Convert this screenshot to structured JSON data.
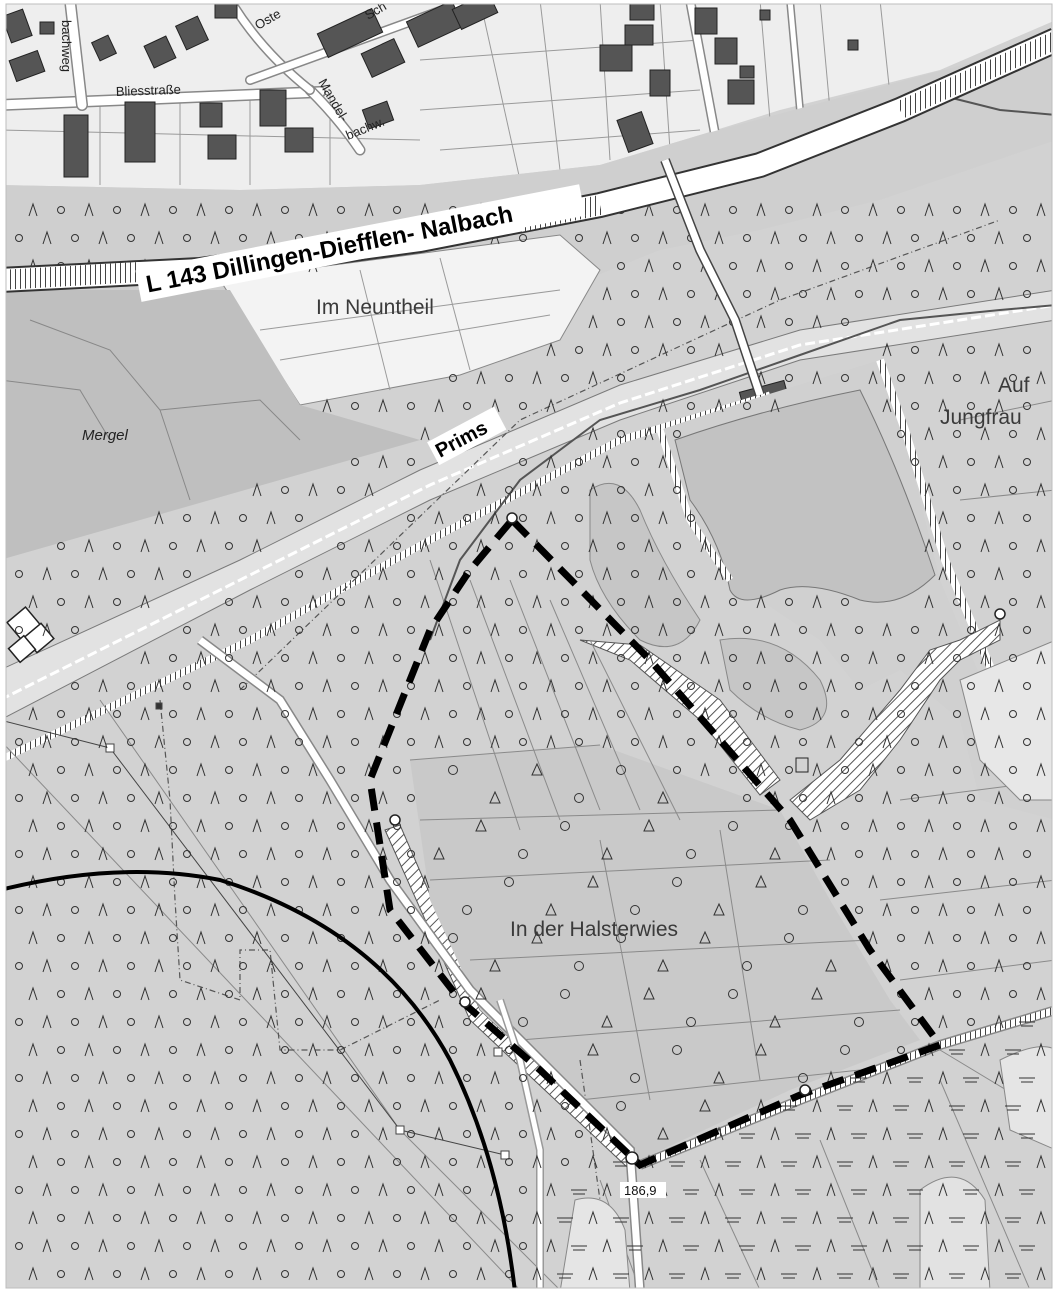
{
  "map": {
    "labels": {
      "road": "L 143 Dillingen-Diefflen- Nalbach",
      "river": "Prims",
      "im_neuntheil": "Im Neuntheil",
      "in_der_halsterwies": "In der Halsterwies",
      "auf": "Auf",
      "jungfrau": "Jungfrau",
      "mergel": "Mergel",
      "bliesstrasse": "Bliesstraße",
      "bachweg": "bachweg",
      "mandel": "Mandel-",
      "bachw": "bachw.",
      "oster": "Oste",
      "schu": "Sch",
      "elevation": "186,9"
    },
    "colors": {
      "settlement": "#ececec",
      "building": "#555555",
      "forest": "#cfcfcf",
      "meadow": "#bdbdbd",
      "water": "#c7c7c7",
      "road": "#ffffff",
      "boundary": "#000000"
    }
  }
}
